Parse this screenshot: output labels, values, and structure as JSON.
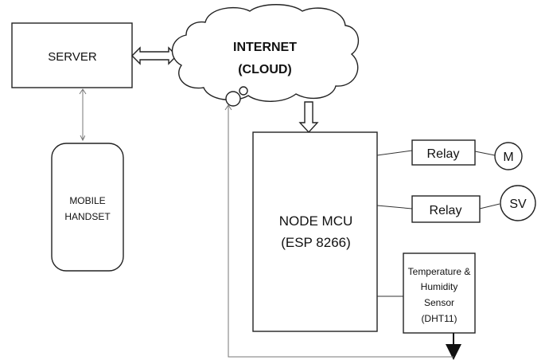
{
  "server": {
    "label": "SERVER"
  },
  "internet": {
    "line1": "INTERNET",
    "line2": "(CLOUD)"
  },
  "mobile": {
    "line1": "MOBILE",
    "line2": "HANDSET"
  },
  "node_mcu": {
    "line1": "NODE MCU",
    "line2": "(ESP 8266)"
  },
  "relay_1": {
    "label": "Relay",
    "load": "M"
  },
  "relay_2": {
    "label": "Relay",
    "load": "SV"
  },
  "sensor": {
    "lines": [
      "Temperature &",
      "Humidity",
      "Sensor",
      "(DHT11)"
    ]
  }
}
